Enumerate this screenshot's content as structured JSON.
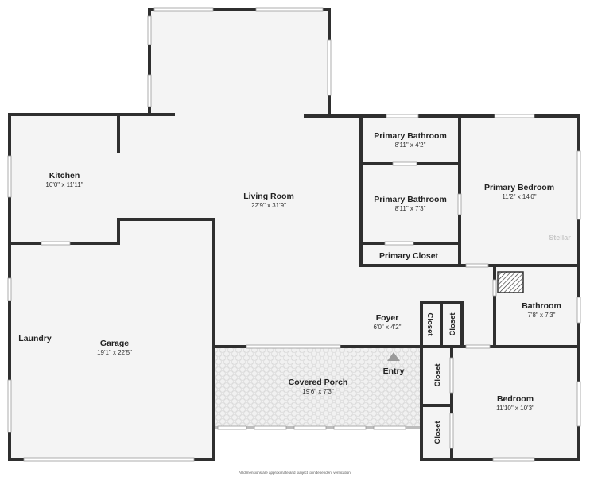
{
  "rooms": {
    "kitchen": {
      "name": "Kitchen",
      "dim": "10'0\" x 11'11\""
    },
    "living_room": {
      "name": "Living Room",
      "dim": "22'9\" x 31'9\""
    },
    "primary_bathroom_1": {
      "name": "Primary Bathroom",
      "dim": "8'11\" x 4'2\""
    },
    "primary_bathroom_2": {
      "name": "Primary Bathroom",
      "dim": "8'11\" x 7'3\""
    },
    "primary_bedroom": {
      "name": "Primary Bedroom",
      "dim": "11'2\" x 14'0\""
    },
    "primary_closet": {
      "name": "Primary Closet"
    },
    "laundry": {
      "name": "Laundry"
    },
    "garage": {
      "name": "Garage",
      "dim": "19'1\" x 22'5\""
    },
    "foyer": {
      "name": "Foyer",
      "dim": "6'0\" x 4'2\""
    },
    "bathroom": {
      "name": "Bathroom",
      "dim": "7'8\" x 7'3\""
    },
    "covered_porch": {
      "name": "Covered Porch",
      "dim": "19'6\" x 7'3\""
    },
    "entry": {
      "name": "Entry"
    },
    "bedroom": {
      "name": "Bedroom",
      "dim": "11'10\" x 10'3\""
    },
    "closet_foyer_left": {
      "name": "Closet"
    },
    "closet_foyer_right": {
      "name": "Closet"
    },
    "closet_bedroom_top": {
      "name": "Closet"
    },
    "closet_bedroom_bottom": {
      "name": "Closet"
    }
  },
  "footnote": "All dimensions are approximate and subject to independent verification.",
  "watermark": "Stellar"
}
